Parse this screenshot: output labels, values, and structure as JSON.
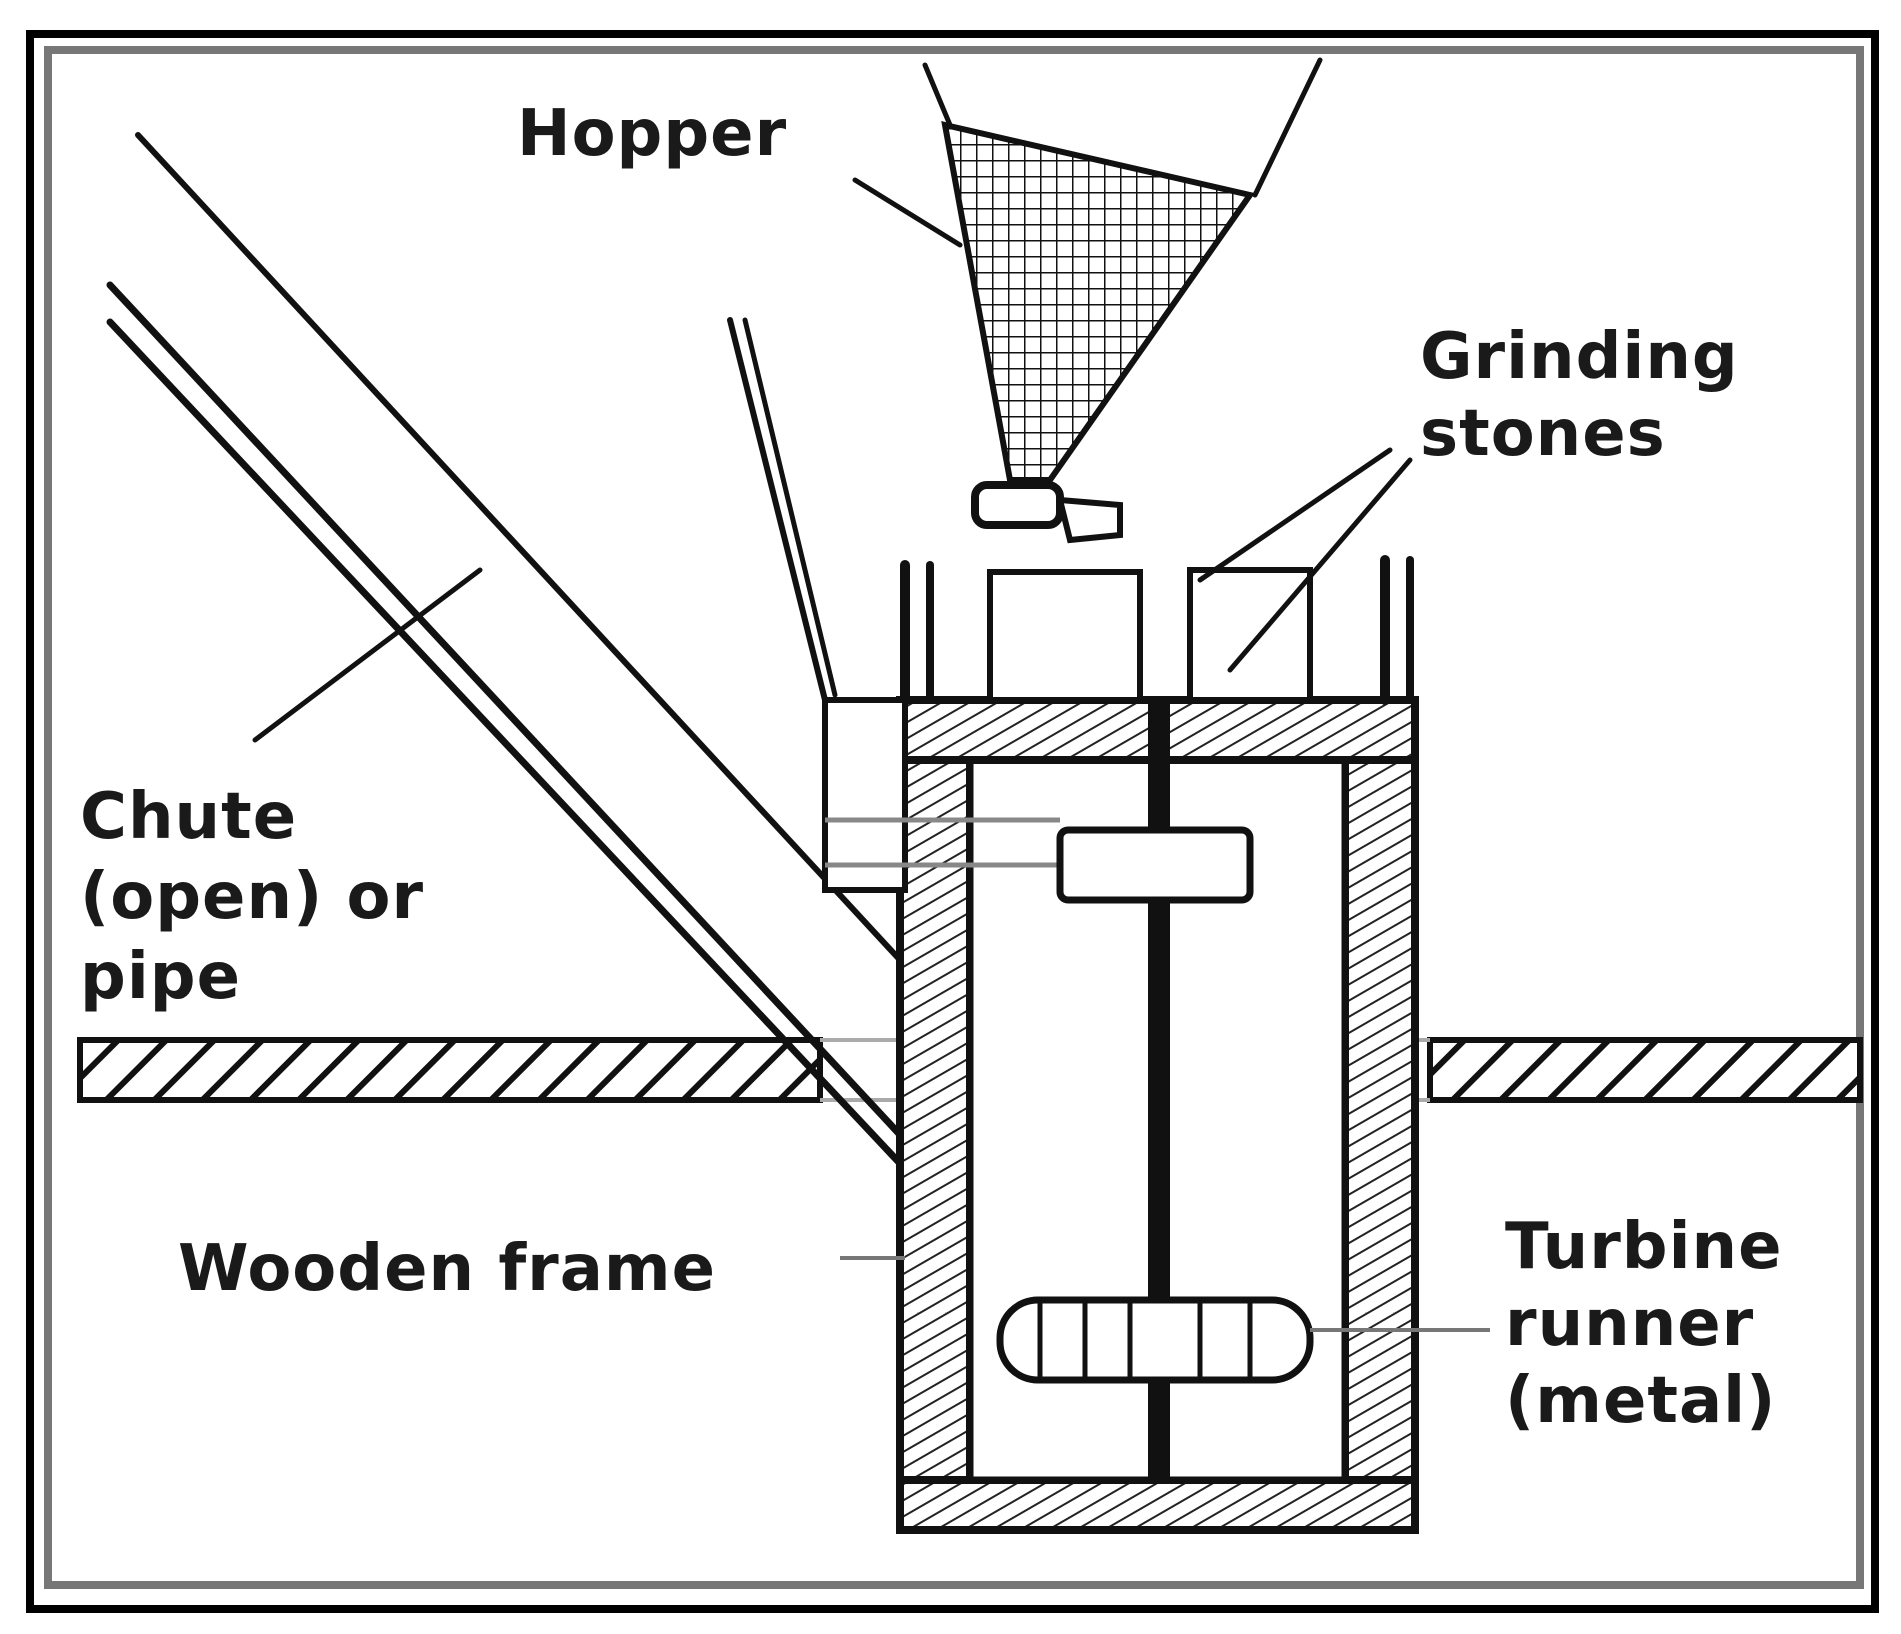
{
  "labels": {
    "hopper": "Hopper",
    "grinding_stones_1": "Grinding",
    "grinding_stones_2": "stones",
    "chute_1": "Chute",
    "chute_2": "(open) or",
    "chute_3": "pipe",
    "wooden_frame": "Wooden frame",
    "turbine_1": "Turbine",
    "turbine_2": "runner",
    "turbine_3": "(metal)"
  }
}
